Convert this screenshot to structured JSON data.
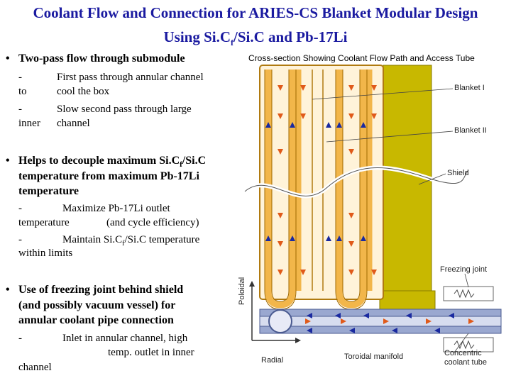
{
  "title": {
    "line1": "Coolant Flow and Connection for ARIES-CS Blanket Modular Design",
    "line2_pre": "Using Si.C",
    "line2_sub": "f",
    "line2_post": "/Si.C and Pb-17Li"
  },
  "bullets": [
    {
      "text": "Two-pass flow through submodule",
      "subs": [
        {
          "dash": "-",
          "cont": "to",
          "text": "First pass through annular channel",
          "text2": "cool the box"
        },
        {
          "dash": "-",
          "cont": "inner",
          "text": "Slow second pass through large",
          "text2": "channel"
        }
      ]
    },
    {
      "text_pre": "Helps to decouple maximum Si.C",
      "text_sub": "f",
      "text_post": "/Si.C",
      "line2": "temperature from maximum Pb-17Li",
      "line3": "temperature",
      "subs": [
        {
          "dash": "-",
          "text": "Maximize Pb-17Li outlet",
          "line2a": "temperature",
          "line2b": "(and cycle efficiency)"
        },
        {
          "dash": "-",
          "text_pre": "Maintain Si.C",
          "text_sub": "f",
          "text_post": "/Si.C temperature",
          "line2": "within limits"
        }
      ]
    },
    {
      "line1": "Use of freezing joint behind shield",
      "line2": "(and possibly vacuum vessel) for",
      "line3": "annular coolant pipe connection",
      "subs": [
        {
          "dash": "-",
          "text": "Inlet in annular channel, high",
          "line2": "temp. outlet in inner",
          "line3": "channel"
        }
      ]
    }
  ],
  "diagram": {
    "caption": "Cross-section Showing Coolant Flow Path and Access Tube",
    "labels": {
      "blanket1": "Blanket I",
      "blanket2": "Blanket II",
      "shield": "Shield",
      "freezing": "Freezing joint",
      "poloidal": "Poloidal",
      "radial": "Radial",
      "manifold": "Toroidal manifold",
      "concentric1": "Concentric",
      "concentric2": "coolant tube"
    },
    "colors": {
      "shield": "#c8b800",
      "wall": "#f2b64a",
      "arrow_hot": "#e05a1a",
      "arrow_cold": "#1a2aa0",
      "manifold": "#9aa8d0",
      "title": "#1a1aa0"
    }
  }
}
